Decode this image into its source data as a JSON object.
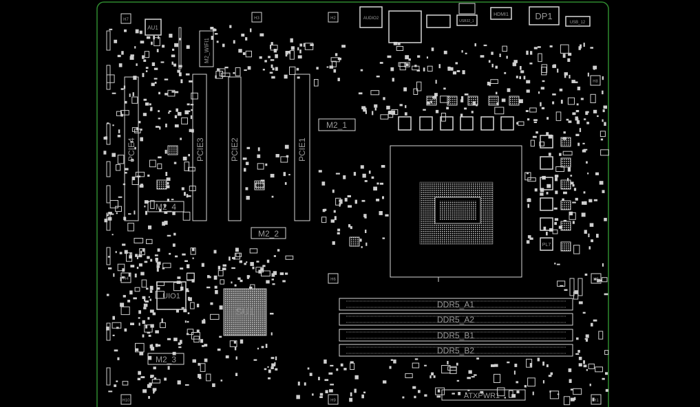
{
  "colors": {
    "background": "#000000",
    "outline": "#2f8a2f",
    "silk": "#d8d8d8",
    "label": "#9a9a9a"
  },
  "slots": {
    "pcie1": "PCIE1",
    "pcie2": "PCIE2",
    "pcie3": "PCIE3",
    "pcie4": "PCIE4"
  },
  "m2": {
    "m2_1": "M2_1",
    "m2_2": "M2_2",
    "m2_3": "M2_3",
    "m2_4": "M2_4",
    "wifi": "M2_WIFI1"
  },
  "dimms": [
    "DDR5_A1",
    "DDR5_A2",
    "DDR5_B1",
    "DDR5_B2"
  ],
  "chips": {
    "uio": "UIO1",
    "su": "SU1",
    "au": "AU1",
    "pl7": "PL7"
  },
  "connectors": {
    "atx": "ATXPWR1",
    "dp": "DP1",
    "hdmi": "HDMI1",
    "audio": "AUDIO2",
    "usb32": "USB32_1",
    "usb12": "USB_12"
  },
  "holes": [
    "H7",
    "H3",
    "H2",
    "H8",
    "H4",
    "H6",
    "H5",
    "H10",
    "H9",
    "H1"
  ]
}
